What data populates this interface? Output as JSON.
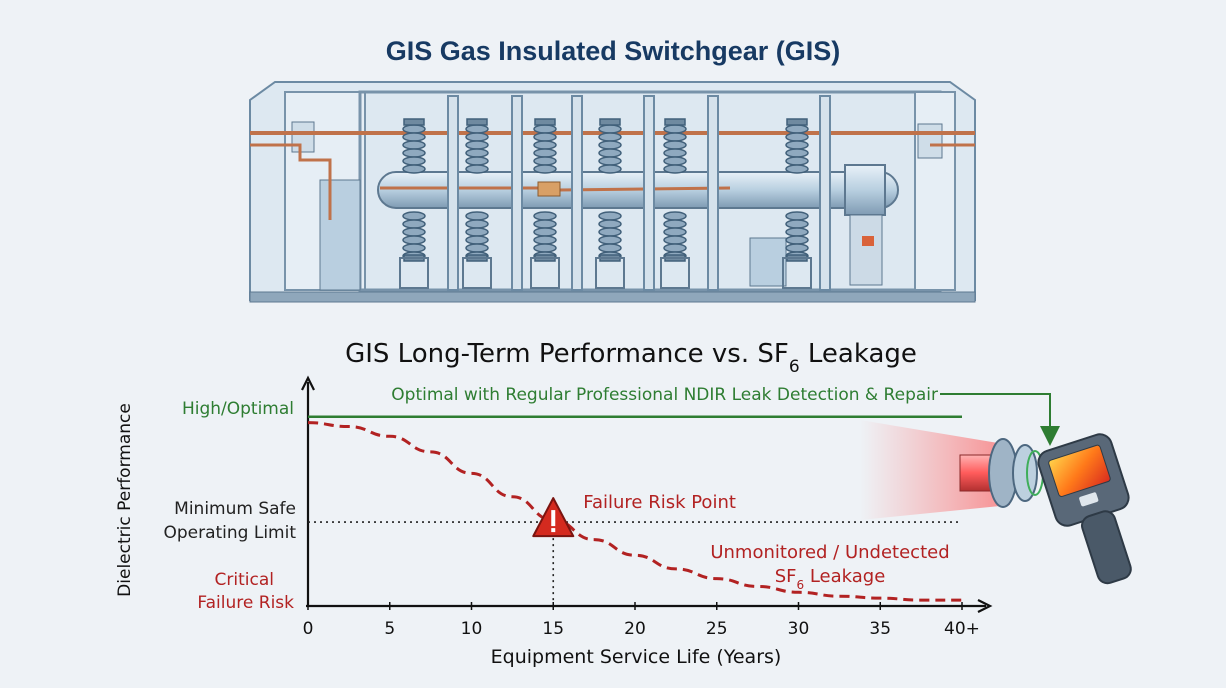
{
  "diagram_title": "GIS Gas Insulated Switchgear (GIS)",
  "chart_title_prefix": "GIS Long-Term Performance vs. SF",
  "chart_title_sub": "6",
  "chart_title_suffix": " Leakage",
  "colors": {
    "optimal": "#2e7d32",
    "leakage": "#b22222",
    "text_dark": "#222222",
    "title_blue": "#173a63",
    "pipe_copper": "#c0724a",
    "equipment_blue": "#a9c4d8"
  },
  "icons": [
    "warning-triangle-icon",
    "ndir-leak-detector-icon",
    "gis-switchgear-illustration"
  ],
  "chart_data": {
    "type": "line",
    "title": "GIS Long-Term Performance vs. SF6 Leakage",
    "xlabel": "Equipment Service Life (Years)",
    "ylabel": "Dielectric Performance",
    "x_ticks": [
      "0",
      "5",
      "10",
      "15",
      "20",
      "25",
      "30",
      "35",
      "40+"
    ],
    "y_level_labels": {
      "high": "High/Optimal",
      "min_line1": "Minimum Safe",
      "min_line2": "Operating Limit",
      "crit_line1": "Critical",
      "crit_line2": "Failure Risk"
    },
    "xlim": [
      0,
      40
    ],
    "ylim": [
      0,
      1
    ],
    "grid": false,
    "series": [
      {
        "name": "Optimal with Regular Professional NDIR Leak Detection & Repair",
        "style": "solid",
        "x": [
          0,
          5,
          10,
          15,
          20,
          25,
          30,
          35,
          40
        ],
        "y": [
          0.96,
          0.96,
          0.96,
          0.96,
          0.96,
          0.96,
          0.96,
          0.96,
          0.96
        ]
      },
      {
        "name_line1": "Unmonitored / Undetected",
        "name_line2_prefix": "SF",
        "name_line2_sub": "6",
        "name_line2_suffix": " Leakage",
        "style": "dashed",
        "x": [
          0,
          2.5,
          5,
          7.5,
          10,
          12.5,
          15,
          17.5,
          20,
          22.5,
          25,
          27.5,
          30,
          32.5,
          35,
          37.5,
          40
        ],
        "y": [
          0.93,
          0.91,
          0.86,
          0.78,
          0.67,
          0.55,
          0.43,
          0.33,
          0.25,
          0.18,
          0.13,
          0.09,
          0.06,
          0.04,
          0.03,
          0.02,
          0.02
        ]
      }
    ],
    "thresholds": {
      "min_safe": 0.42
    },
    "annotations": [
      {
        "text": "Failure Risk Point",
        "x": 15,
        "y": 0.42
      }
    ]
  }
}
